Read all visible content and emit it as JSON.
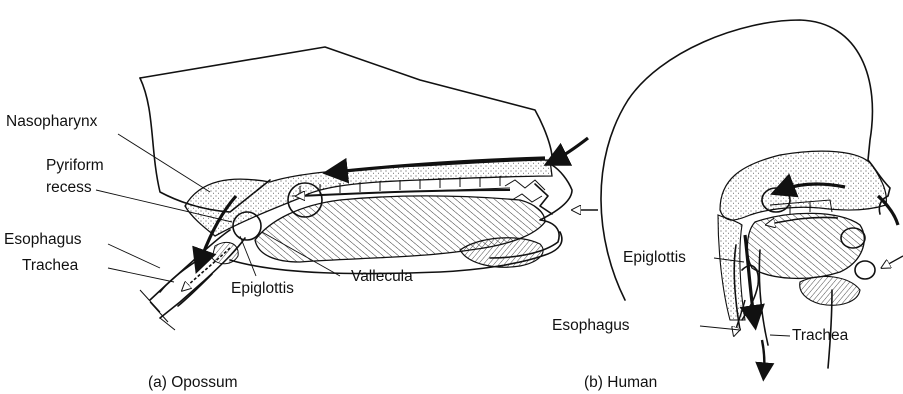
{
  "labels": {
    "nasopharynx": "Nasopharynx",
    "pyriform_1": "Pyriform",
    "pyriform_2": "recess",
    "esophagus_a": "Esophagus",
    "trachea_a": "Trachea",
    "epiglottis_a": "Epiglottis",
    "vallecula": "Vallecula",
    "epiglottis_b": "Epiglottis",
    "esophagus_b": "Esophagus",
    "trachea_b": "Trachea"
  },
  "captions": {
    "opossum": "(a) Opossum",
    "human": "(b) Human"
  },
  "colors": {
    "ink": "#111111",
    "background": "#ffffff"
  }
}
